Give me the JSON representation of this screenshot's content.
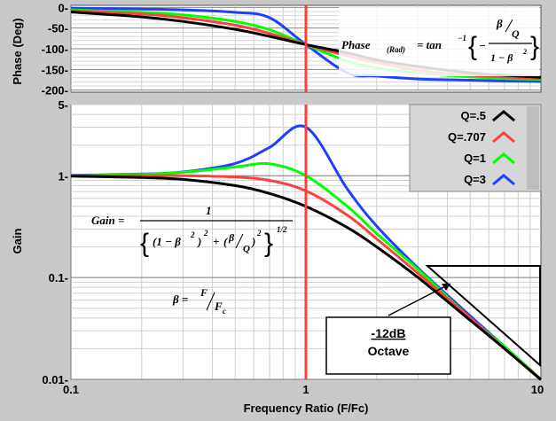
{
  "chart_data": [
    {
      "type": "line",
      "name_hint": "phase-panel",
      "ylabel": "Phase (Deg)",
      "xscale": "log",
      "xlim": [
        0.1,
        10
      ],
      "ylim": [
        -205,
        5
      ],
      "yticks": [
        0,
        -50,
        -100,
        -150,
        -200
      ],
      "ytick_labels": [
        "0-",
        "-50-",
        "-100-",
        "-150-",
        "-200-"
      ],
      "grid": true,
      "series": [
        {
          "name": "Q=.5",
          "color": "#000000",
          "Q": 0.5
        },
        {
          "name": "Q=.707",
          "color": "#ff4040",
          "Q": 0.707
        },
        {
          "name": "Q=1",
          "color": "#00ff00",
          "Q": 1
        },
        {
          "name": "Q=3",
          "color": "#1f3fff",
          "Q": 3
        }
      ],
      "x": [
        0.1,
        0.2,
        0.3,
        0.5,
        0.7,
        1,
        1.5,
        2,
        3,
        5,
        7,
        10
      ],
      "values": {
        "Q=.5": [
          -11,
          -23,
          -34,
          -53,
          -70,
          -90,
          -110,
          -127,
          -143,
          -158,
          -164,
          -169
        ],
        "Q=.707": [
          -8,
          -16,
          -25,
          -43,
          -63,
          -90,
          -117,
          -133,
          -152,
          -164,
          -168,
          -172
        ],
        "Q=1": [
          -6,
          -12,
          -18,
          -34,
          -54,
          -90,
          -130,
          -146,
          -159,
          -168,
          -172,
          -174
        ],
        "Q=3": [
          -2,
          -4,
          -6,
          -12,
          -25,
          -90,
          -158,
          -166,
          -173,
          -176,
          -178,
          -179
        ]
      },
      "annotation": {
        "prefix": "Phase",
        "subscript": "(Rad)",
        "middle": "= tan",
        "superscript": "−1",
        "num_beta": "β",
        "num_q": "Q",
        "denominator": "1 − β",
        "den_sup": "2",
        "minus": "−"
      }
    },
    {
      "type": "line",
      "name_hint": "gain-panel",
      "xlabel": "Frequency Ratio (F/Fc)",
      "ylabel": "Gain",
      "xscale": "log",
      "yscale": "log",
      "xlim": [
        0.1,
        10
      ],
      "ylim": [
        0.01,
        5
      ],
      "xtick_labels": [
        "0.1",
        "1",
        "10"
      ],
      "ytick_labels": [
        "5-",
        "1-",
        "0.1-",
        "0.01-"
      ],
      "grid": true,
      "legend_position": "top-right",
      "series": [
        {
          "name": "Q=.5",
          "color": "#000000",
          "Q": 0.5
        },
        {
          "name": "Q=.707",
          "color": "#ff4040",
          "Q": 0.707
        },
        {
          "name": "Q=1",
          "color": "#00ff00",
          "Q": 1
        },
        {
          "name": "Q=3",
          "color": "#1f3fff",
          "Q": 3
        }
      ],
      "x": [
        0.1,
        0.2,
        0.3,
        0.5,
        0.7,
        1,
        1.5,
        2,
        3,
        5,
        7,
        10
      ],
      "values": {
        "Q=.5": [
          0.99,
          0.96,
          0.92,
          0.8,
          0.67,
          0.5,
          0.31,
          0.2,
          0.1,
          0.038,
          0.02,
          0.0099
        ],
        "Q=.707": [
          1.0,
          1.0,
          1.0,
          0.97,
          0.9,
          0.71,
          0.41,
          0.24,
          0.11,
          0.04,
          0.02,
          0.01
        ],
        "Q=1": [
          1.0,
          1.03,
          1.08,
          1.22,
          1.31,
          1.0,
          0.5,
          0.27,
          0.12,
          0.04,
          0.021,
          0.01
        ],
        "Q=3": [
          1.01,
          1.04,
          1.09,
          1.32,
          1.9,
          3.0,
          0.74,
          0.32,
          0.124,
          0.042,
          0.021,
          0.01
        ]
      },
      "fc_marker": {
        "x": 1,
        "color": "#ff3b3b"
      },
      "gain_formula": {
        "prefix": "Gain =",
        "numerator": "1",
        "term1": "(1 − β",
        "term1_sup": "2",
        "term1_close": ")",
        "outer_sup": "2",
        "plus": "+",
        "term2_beta": "β",
        "term2_q": "Q",
        "term2_sup": "2",
        "exp": "1/2"
      },
      "beta_formula": {
        "lhs": "β =",
        "num": "F",
        "den": "F",
        "den_sub": "c"
      },
      "slope_note": {
        "line1": "-12dB",
        "line2": "Octave"
      }
    }
  ]
}
